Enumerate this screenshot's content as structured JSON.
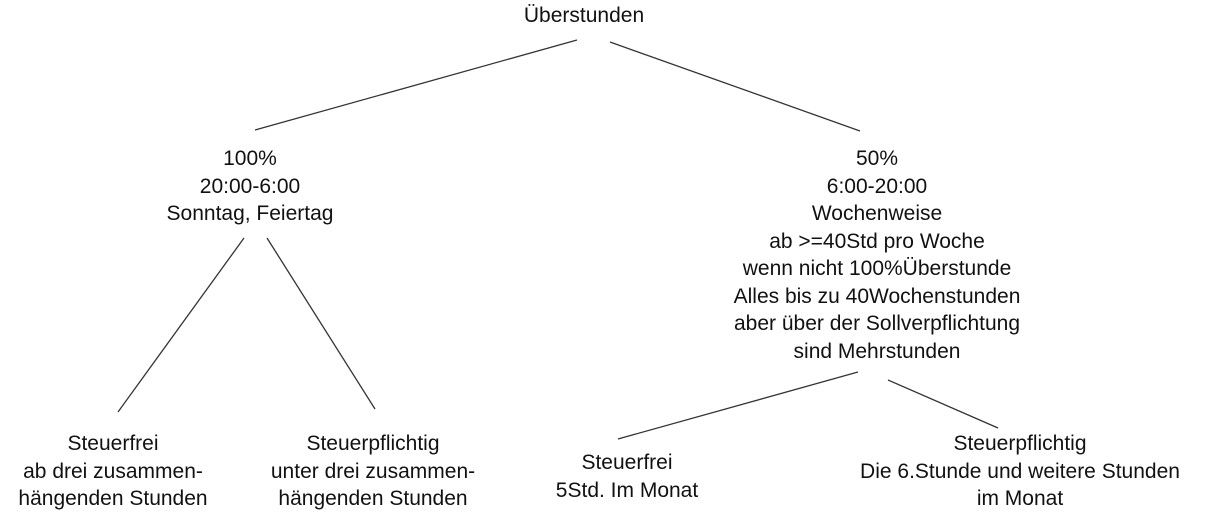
{
  "diagram": {
    "root": {
      "lines": [
        "Überstunden"
      ]
    },
    "left": {
      "lines": [
        "100%",
        "20:00-6:00",
        "Sonntag, Feiertag"
      ],
      "children": [
        {
          "lines": [
            "Steuerfrei",
            "ab drei zusammen-",
            "hängenden Stunden"
          ]
        },
        {
          "lines": [
            "Steuerpflichtig",
            "unter drei zusammen-",
            "hängenden Stunden"
          ]
        }
      ]
    },
    "right": {
      "lines": [
        "50%",
        "6:00-20:00",
        "Wochenweise",
        "ab >=40Std pro Woche",
        "wenn nicht 100%Überstunde",
        "Alles bis zu 40Wochenstunden",
        "aber über der Sollverpflichtung",
        "sind Mehrstunden"
      ],
      "children": [
        {
          "lines": [
            "Steuerfrei",
            "5Std. Im Monat"
          ]
        },
        {
          "lines": [
            "Steuerpflichtig",
            "Die 6.Stunde und weitere Stunden",
            "im Monat"
          ]
        }
      ]
    }
  }
}
